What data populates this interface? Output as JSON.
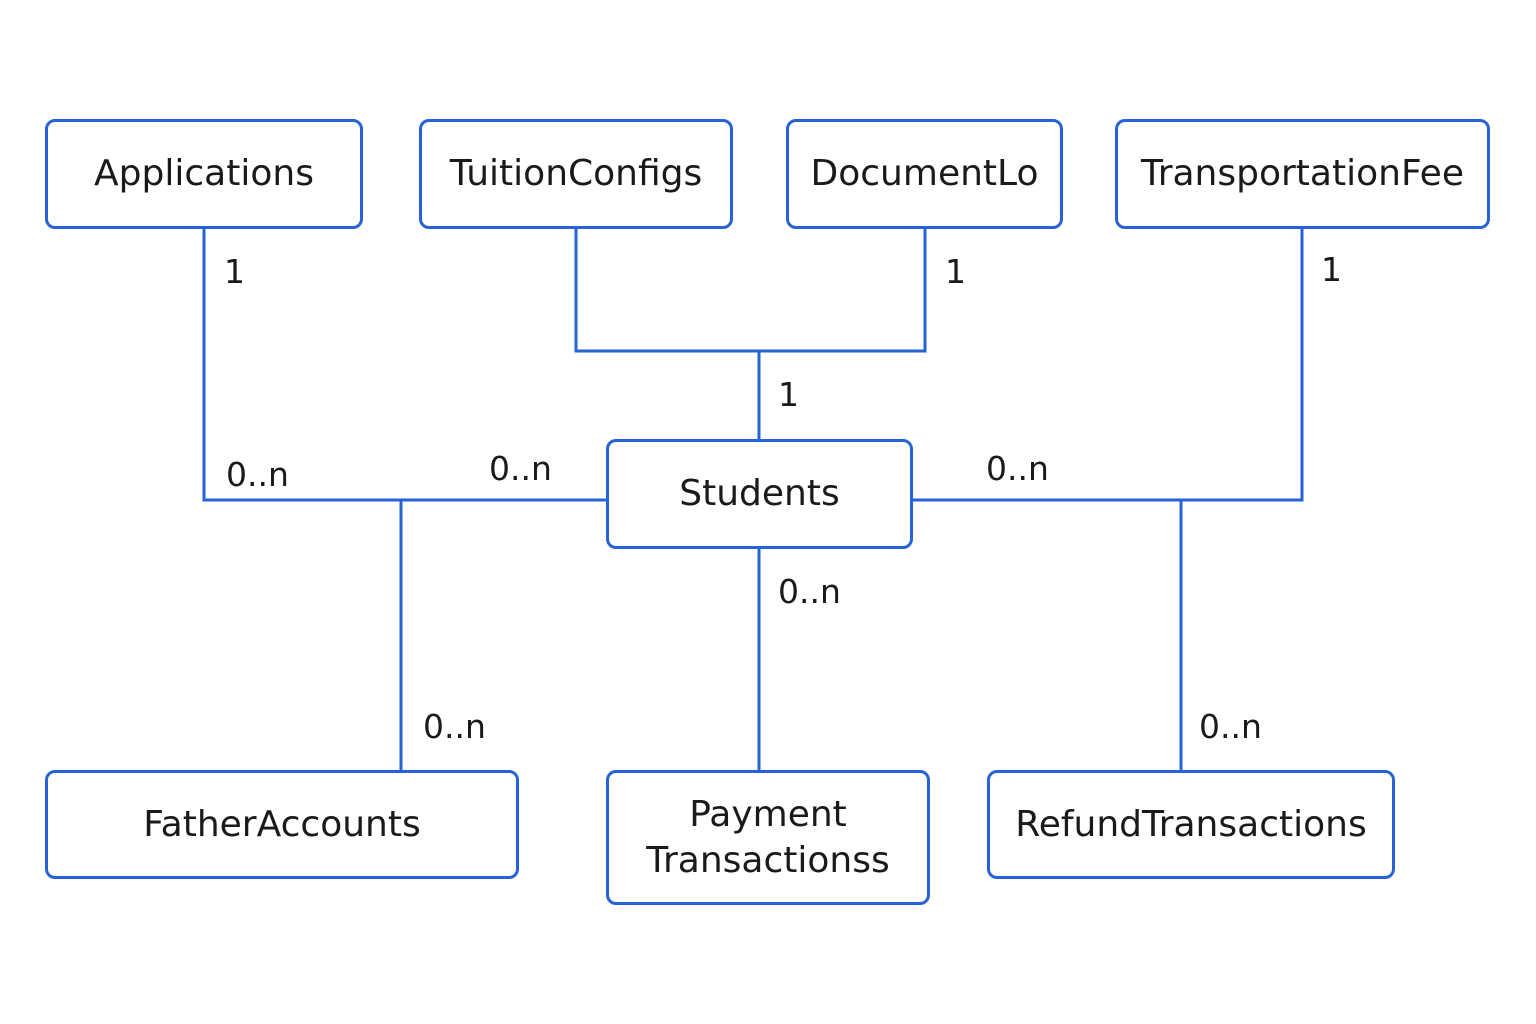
{
  "entities": {
    "applications": "Applications",
    "tuition_configs": "TuitionConfigs",
    "document_lo": "DocumentLo",
    "transportation_fee": "TransportationFee",
    "students": "Students",
    "father_accounts": "FatherAccounts",
    "payment_transactions": [
      "Payment",
      "Transactionss"
    ],
    "refund_transactions": "RefundTransactions"
  },
  "cardinalities": {
    "applications": "1",
    "document_lo": "1",
    "transportation_fee": "1",
    "students_top": "1",
    "left_junction": "0..n",
    "students_left": "0..n",
    "students_right": "0..n",
    "students_bottom": "0..n",
    "father_accounts": "0..n",
    "refund_transactions": "0..n"
  },
  "colors": {
    "line": "#2563d6",
    "box_border": "#2563d6",
    "text": "#1a1a1a",
    "background": "#ffffff"
  }
}
